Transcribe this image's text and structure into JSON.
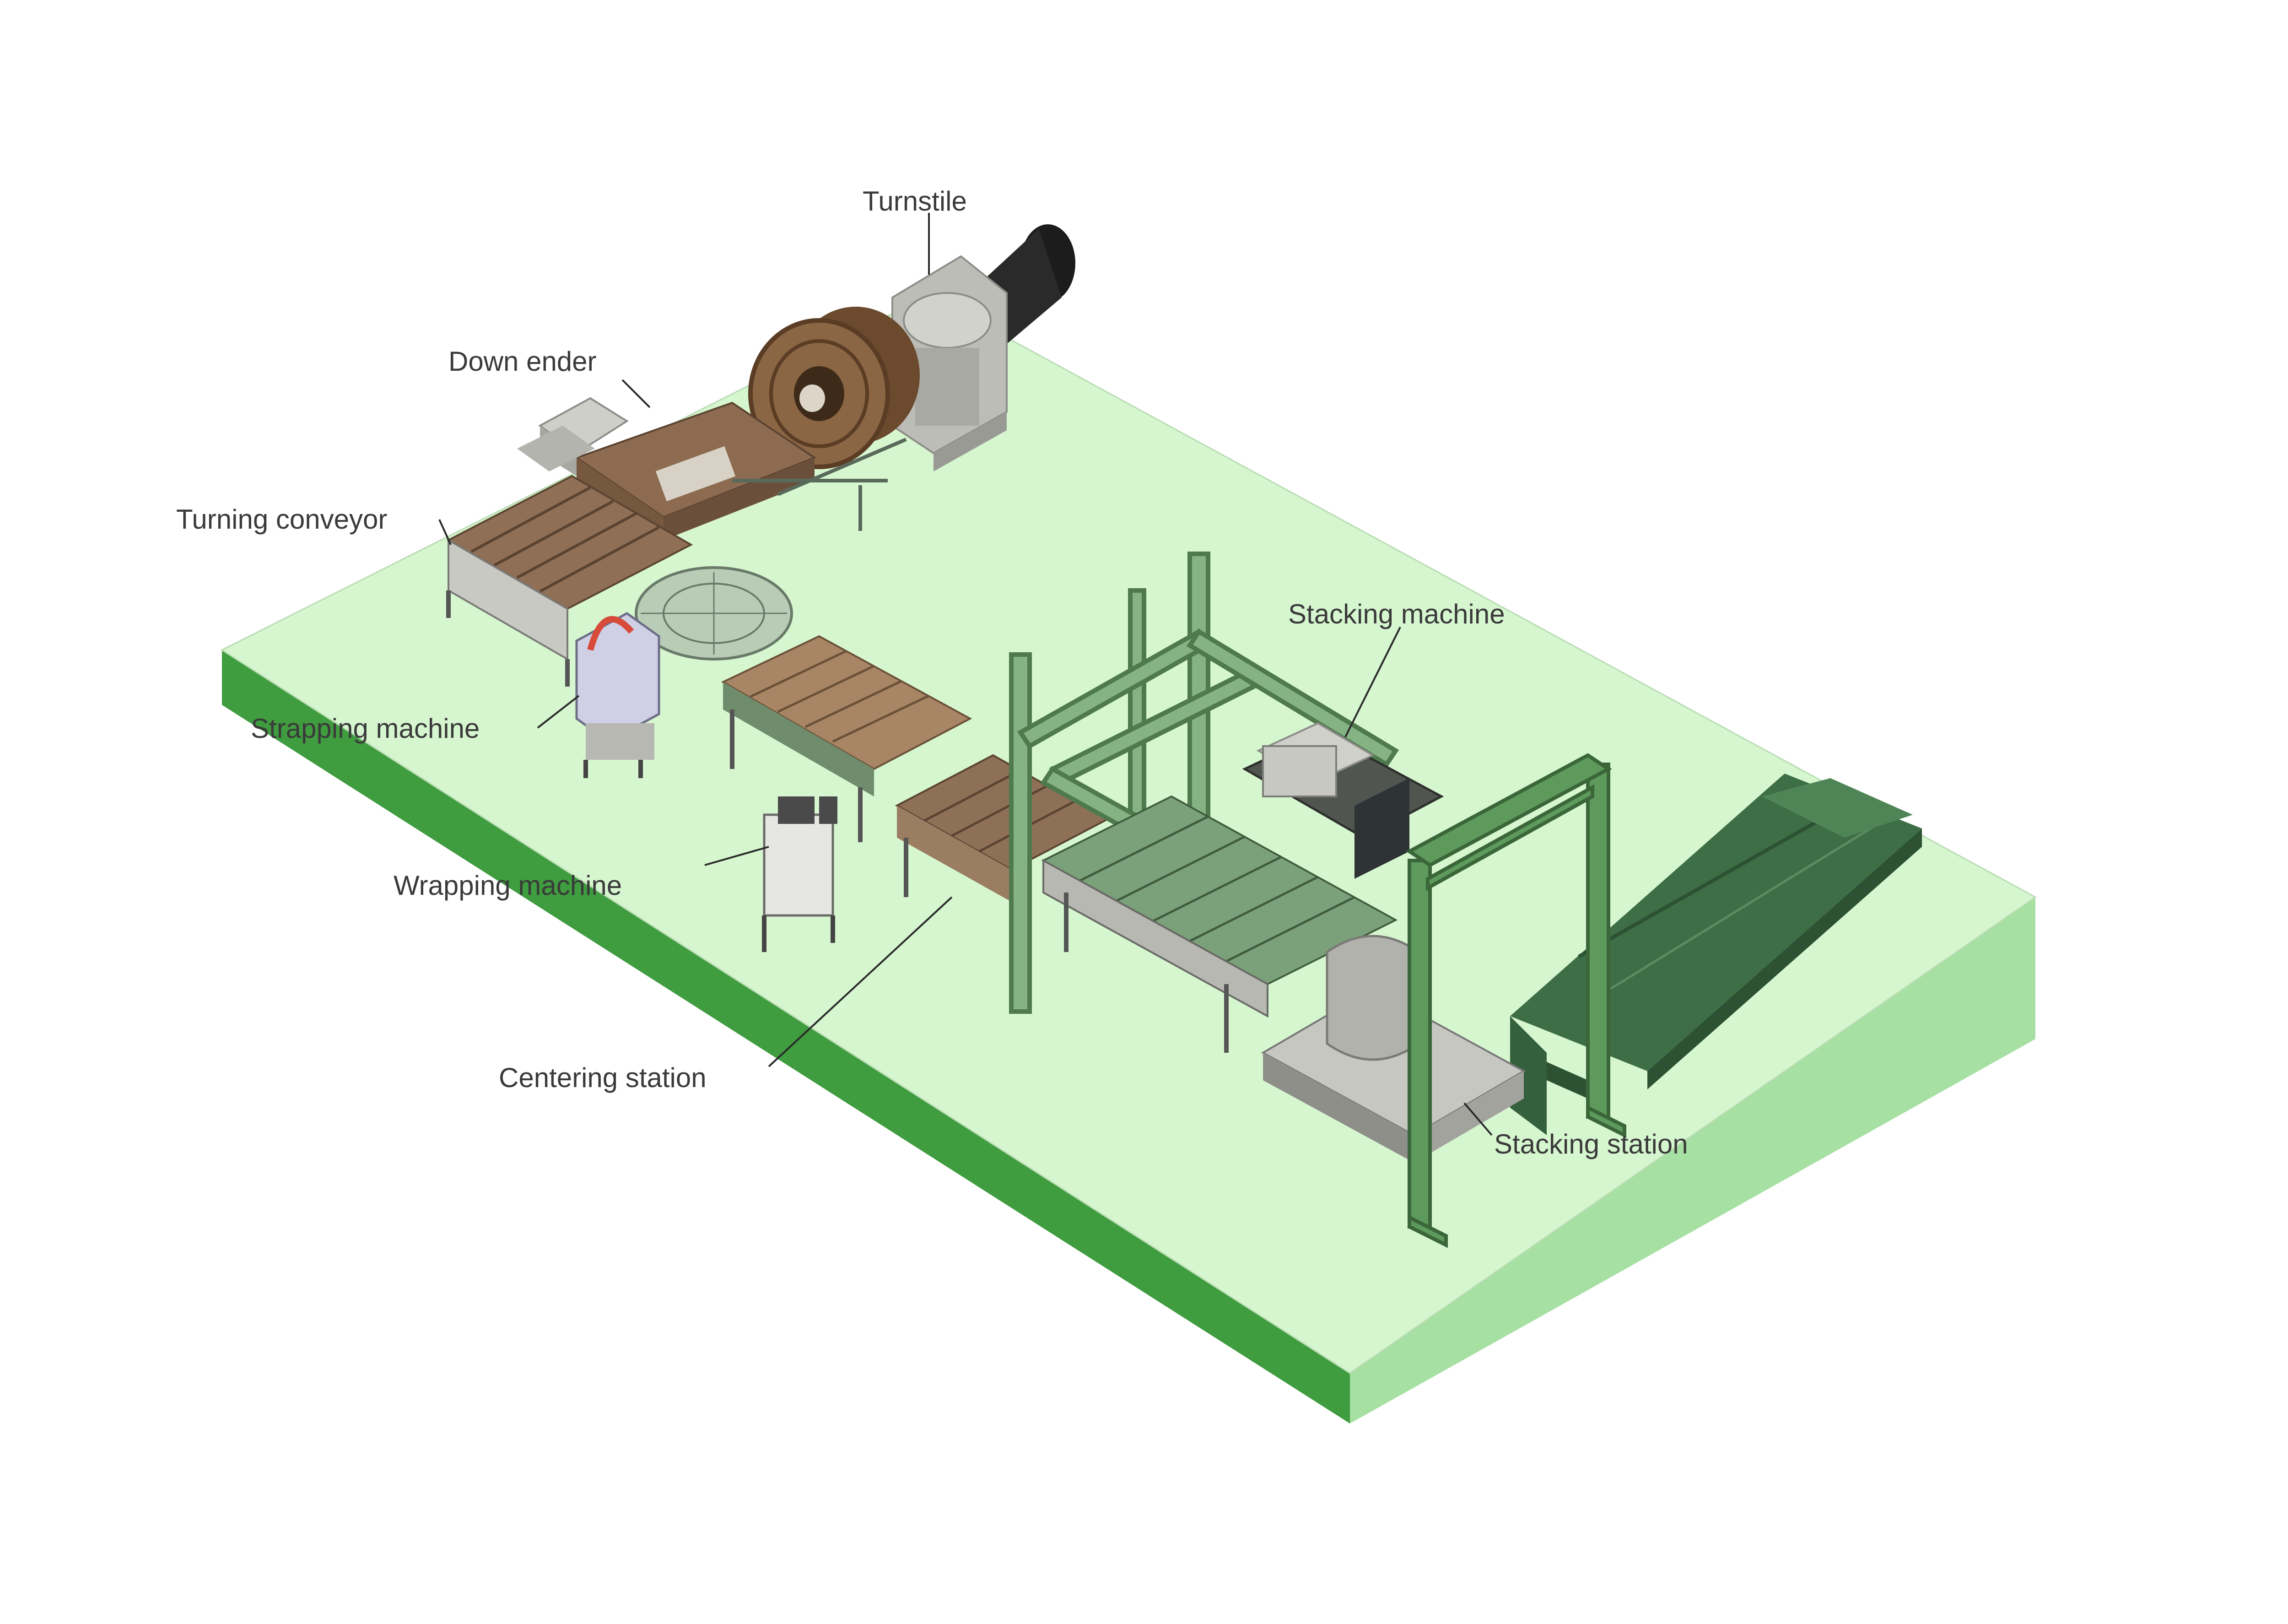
{
  "labels": {
    "turnstile": "Turnstile",
    "down_ender": "Down ender",
    "turning_conveyor": "Turning conveyor",
    "strapping_machine": "Strapping machine",
    "wrapping_machine": "Wrapping machine",
    "centering_station": "Centering station",
    "stacking_machine": "Stacking machine",
    "stacking_station": "Stacking station"
  },
  "colors": {
    "platform_top": "#d4f5cc",
    "platform_left": "#3f9c3f",
    "platform_front": "#9ddc9a",
    "frame_green": "#6fa26e",
    "conveyor_brown": "#8a6a4e",
    "coil_brown": "#7a5a3c",
    "machine_grey": "#b9b9b2",
    "dark_green_conveyor": "#3e6e46"
  }
}
